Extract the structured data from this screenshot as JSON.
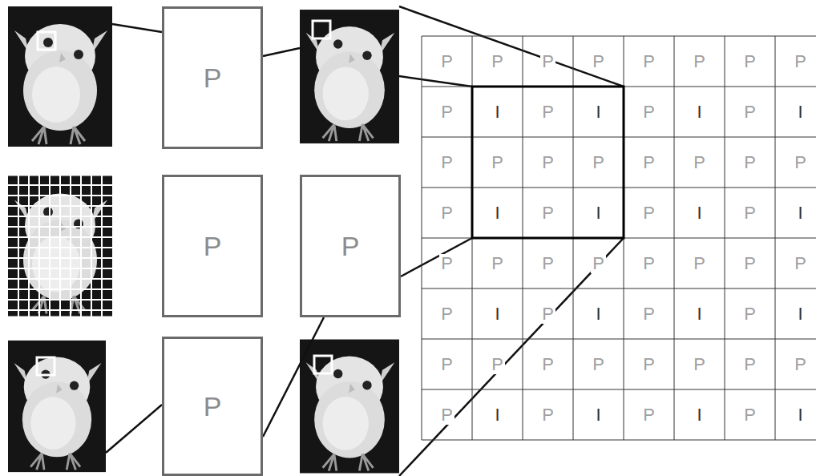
{
  "diagram": {
    "nodes": [
      {
        "text": [
          "P"
        ]
      },
      {
        "text": [
          "P"
        ]
      },
      {
        "text": [
          "P"
        ]
      },
      {
        "text": [
          "P"
        ]
      }
    ],
    "edges": [
      {
        "from": 3,
        "to": 2,
        "arrow": "none"
      }
    ],
    "labels": [
      "P",
      "P",
      "P",
      "P",
      "P",
      "P",
      "P",
      "P",
      "P",
      "I",
      "P",
      "I",
      "P",
      "I",
      "P",
      "I",
      "P",
      "P",
      "P",
      "P",
      "P",
      "P",
      "P",
      "P",
      "P",
      "I",
      "P",
      "I",
      "P",
      "I",
      "P",
      "I",
      "P",
      "P",
      "P",
      "P",
      "P",
      "P",
      "P",
      "P",
      "P",
      "I",
      "P",
      "I",
      "P",
      "I",
      "P",
      "I",
      "P",
      "P",
      "P",
      "P",
      "P",
      "P",
      "P",
      "P",
      "P",
      "I",
      "P",
      "I",
      "P",
      "I",
      "P",
      "I"
    ]
  }
}
